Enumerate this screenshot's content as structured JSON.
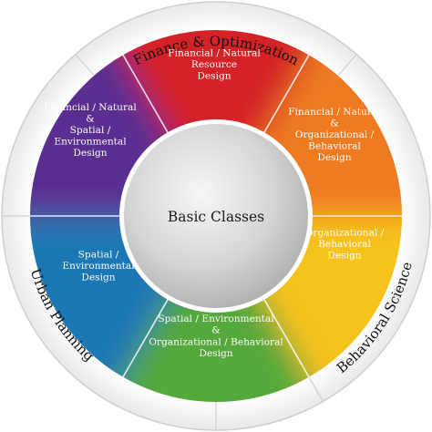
{
  "center": {
    "label": "Basic Classes"
  },
  "outer_labels": {
    "top": "Finance & Optimization",
    "right": "Behavioral Science",
    "left": "Urban Planning"
  },
  "segments": [
    {
      "name": "top",
      "color": "#d42027",
      "lines": [
        "Financial / Natural",
        "Resource",
        "Design"
      ]
    },
    {
      "name": "upper-right",
      "color": "#ee7a20",
      "lines": [
        "Financial / Natural",
        "&",
        "Organizational /",
        "Behavioral",
        "Design"
      ]
    },
    {
      "name": "lower-right",
      "color": "#f6c21a",
      "lines": [
        "Organizational /",
        "Behavioral",
        "Design"
      ]
    },
    {
      "name": "bottom",
      "color": "#55a83a",
      "lines": [
        "Spatial / Environmental",
        "&",
        "Organizational / Behavioral",
        "Design"
      ]
    },
    {
      "name": "lower-left",
      "color": "#1f78b4",
      "lines": [
        "Spatial /",
        "Environmental",
        "Design"
      ]
    },
    {
      "name": "upper-left",
      "color": "#5a2d91",
      "lines": [
        "Financial / Natural",
        "&",
        "Spatial /",
        "Environmental",
        "Design"
      ]
    }
  ]
}
